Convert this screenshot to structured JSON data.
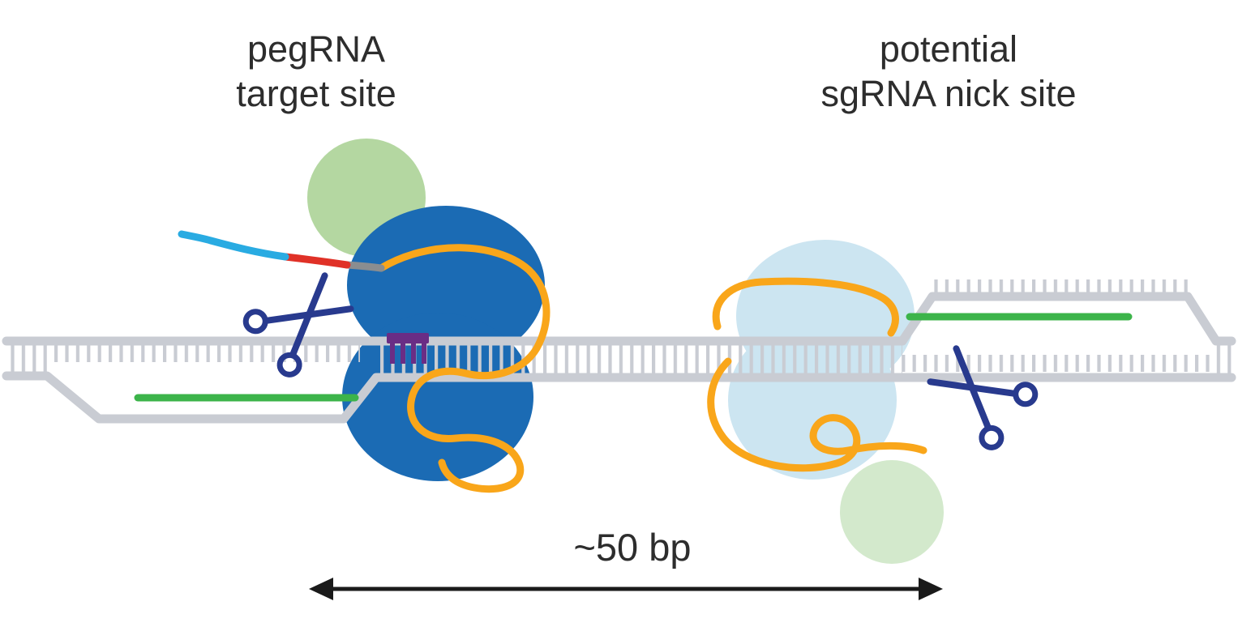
{
  "labels": {
    "pegrna_site": "pegRNA\ntarget site",
    "sgrna_site": "potential\nsgRNA nick site",
    "distance": "~50 bp"
  },
  "icons": {
    "left_scissors": "scissors-icon",
    "right_scissors": "scissors-icon"
  },
  "colors": {
    "dna_gray": "#c9ccd3",
    "edited_strand_green": "#3cb44a",
    "cas9_pegrna_body": "#1b6bb4",
    "cas9_sgrna_body": "#cce5f1",
    "rt_domain_green": "#b4d7a1",
    "rt_domain_green_light": "#d3e9cc",
    "rna_orange": "#f9a61a",
    "pegrna_extension_cyan": "#29abe2",
    "pegrna_edit_red": "#e03127",
    "pegrna_linker_gray": "#8a8d90",
    "pam_purple": "#6a2d85",
    "scissors_navy": "#283a8e",
    "arrow_black": "#1a1a1a",
    "text": "#2d2d2d"
  }
}
